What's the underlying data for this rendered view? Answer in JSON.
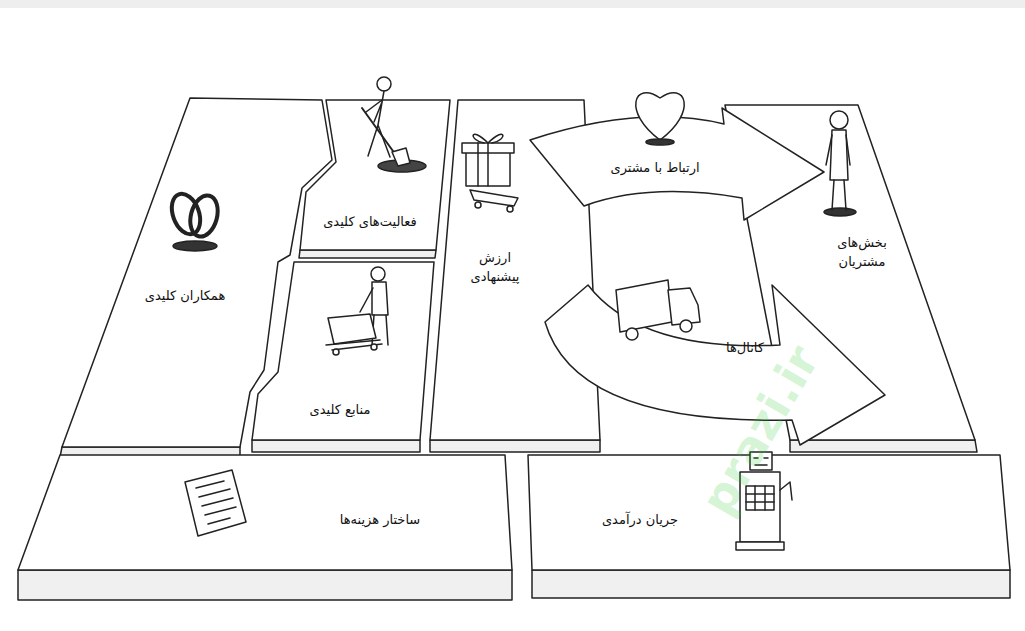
{
  "diagram": {
    "nodes": [
      {
        "text": [
          "همکاران کلیدی"
        ]
      },
      {
        "text": [
          "فعالیت‌های کلیدی"
        ]
      },
      {
        "text": [
          "منابع کلیدی"
        ]
      },
      {
        "text": [
          "ارزش پیشنهادی"
        ]
      },
      {
        "text": [
          "ارتباط با مشتری"
        ]
      },
      {
        "text": [
          "کانال‌ها"
        ]
      },
      {
        "text": [
          "بخش‌های مشتریان"
        ]
      },
      {
        "text": [
          "ساختار هزینه‌ها"
        ]
      },
      {
        "text": [
          "جریان درآمدی"
        ]
      }
    ],
    "labels": [
      "prazi.ir"
    ]
  }
}
